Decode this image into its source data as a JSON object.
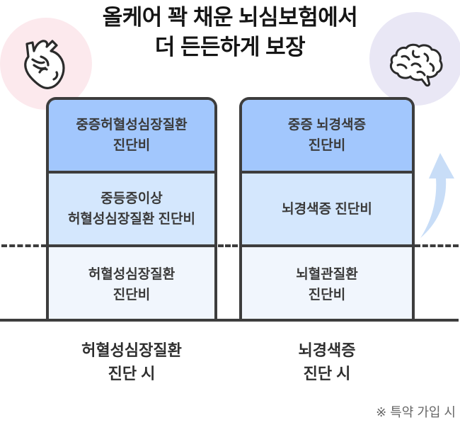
{
  "title": {
    "line1": "올케어 꽉 채운 뇌심보험에서",
    "line2": "더 든든하게 보장"
  },
  "icons": {
    "left": "heart-icon",
    "right": "brain-icon",
    "arrow": "arrow-up-icon"
  },
  "colors": {
    "heart_circle": "#fce9ed",
    "brain_circle": "#e9e7f5",
    "tier_top": "#a2c7fd",
    "tier_mid": "#d4e7fd",
    "tier_bottom": "#f1f6fd",
    "arrow": "#c8ddf7",
    "outline": "#3d3d3d"
  },
  "columns": [
    {
      "tiers": {
        "top": [
          "중증허혈성심장질환",
          "진단비"
        ],
        "mid": [
          "중등증이상",
          "허혈성심장질환 진단비"
        ],
        "bottom": [
          "허혈성심장질환",
          "진단비"
        ]
      },
      "label": [
        "허혈성심장질환",
        "진단 시"
      ]
    },
    {
      "tiers": {
        "top": [
          "중증 뇌경색증",
          "진단비"
        ],
        "mid": [
          "뇌경색증 진단비"
        ],
        "bottom": [
          "뇌혈관질환",
          "진단비"
        ]
      },
      "label": [
        "뇌경색증",
        "진단 시"
      ]
    }
  ],
  "footnote": "※ 특약 가입 시"
}
